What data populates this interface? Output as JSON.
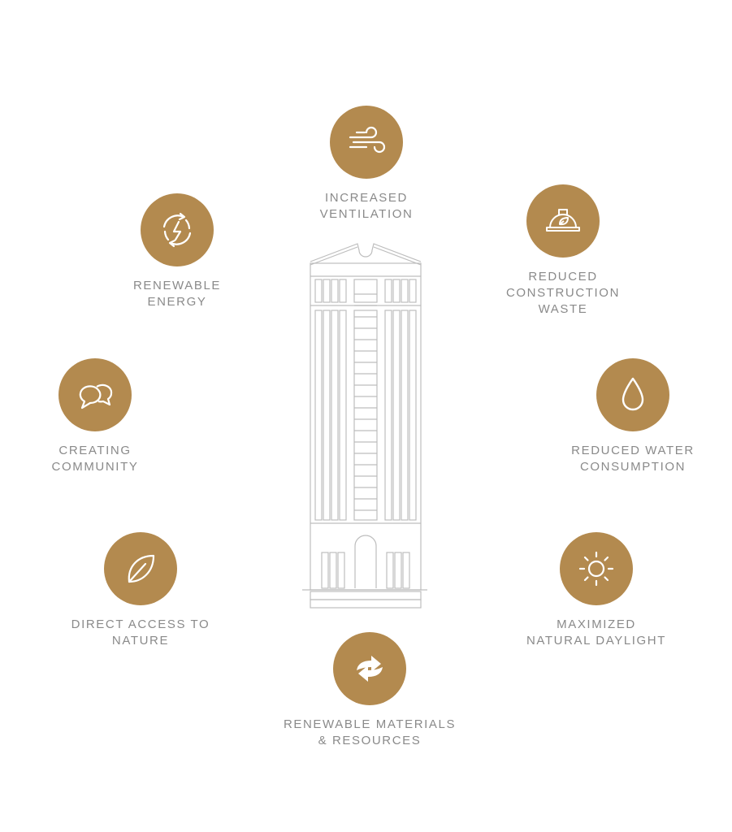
{
  "features": [
    {
      "id": "ventilation",
      "icon": "wind-icon",
      "lines": [
        "INCREASED",
        "VENTILATION"
      ]
    },
    {
      "id": "construction-waste",
      "icon": "hard-hat-leaf-icon",
      "lines": [
        "REDUCED",
        "CONSTRUCTION",
        "WASTE"
      ]
    },
    {
      "id": "water",
      "icon": "water-drop-icon",
      "lines": [
        "REDUCED WATER",
        "CONSUMPTION"
      ]
    },
    {
      "id": "daylight",
      "icon": "sun-icon",
      "lines": [
        "MAXIMIZED",
        "NATURAL DAYLIGHT"
      ]
    },
    {
      "id": "materials",
      "icon": "recycle-arrows-icon",
      "lines": [
        "RENEWABLE MATERIALS",
        "& RESOURCES"
      ]
    },
    {
      "id": "nature",
      "icon": "leaf-icon",
      "lines": [
        "DIRECT ACCESS TO",
        "NATURE"
      ]
    },
    {
      "id": "community",
      "icon": "chat-bubbles-icon",
      "lines": [
        "CREATING",
        "COMMUNITY"
      ]
    },
    {
      "id": "energy",
      "icon": "renewable-energy-icon",
      "lines": [
        "RENEWABLE",
        "ENERGY"
      ]
    }
  ],
  "colors": {
    "accent": "#b38a4f",
    "label_text": "#8a8a8a",
    "building_line": "#bdbdbd"
  }
}
